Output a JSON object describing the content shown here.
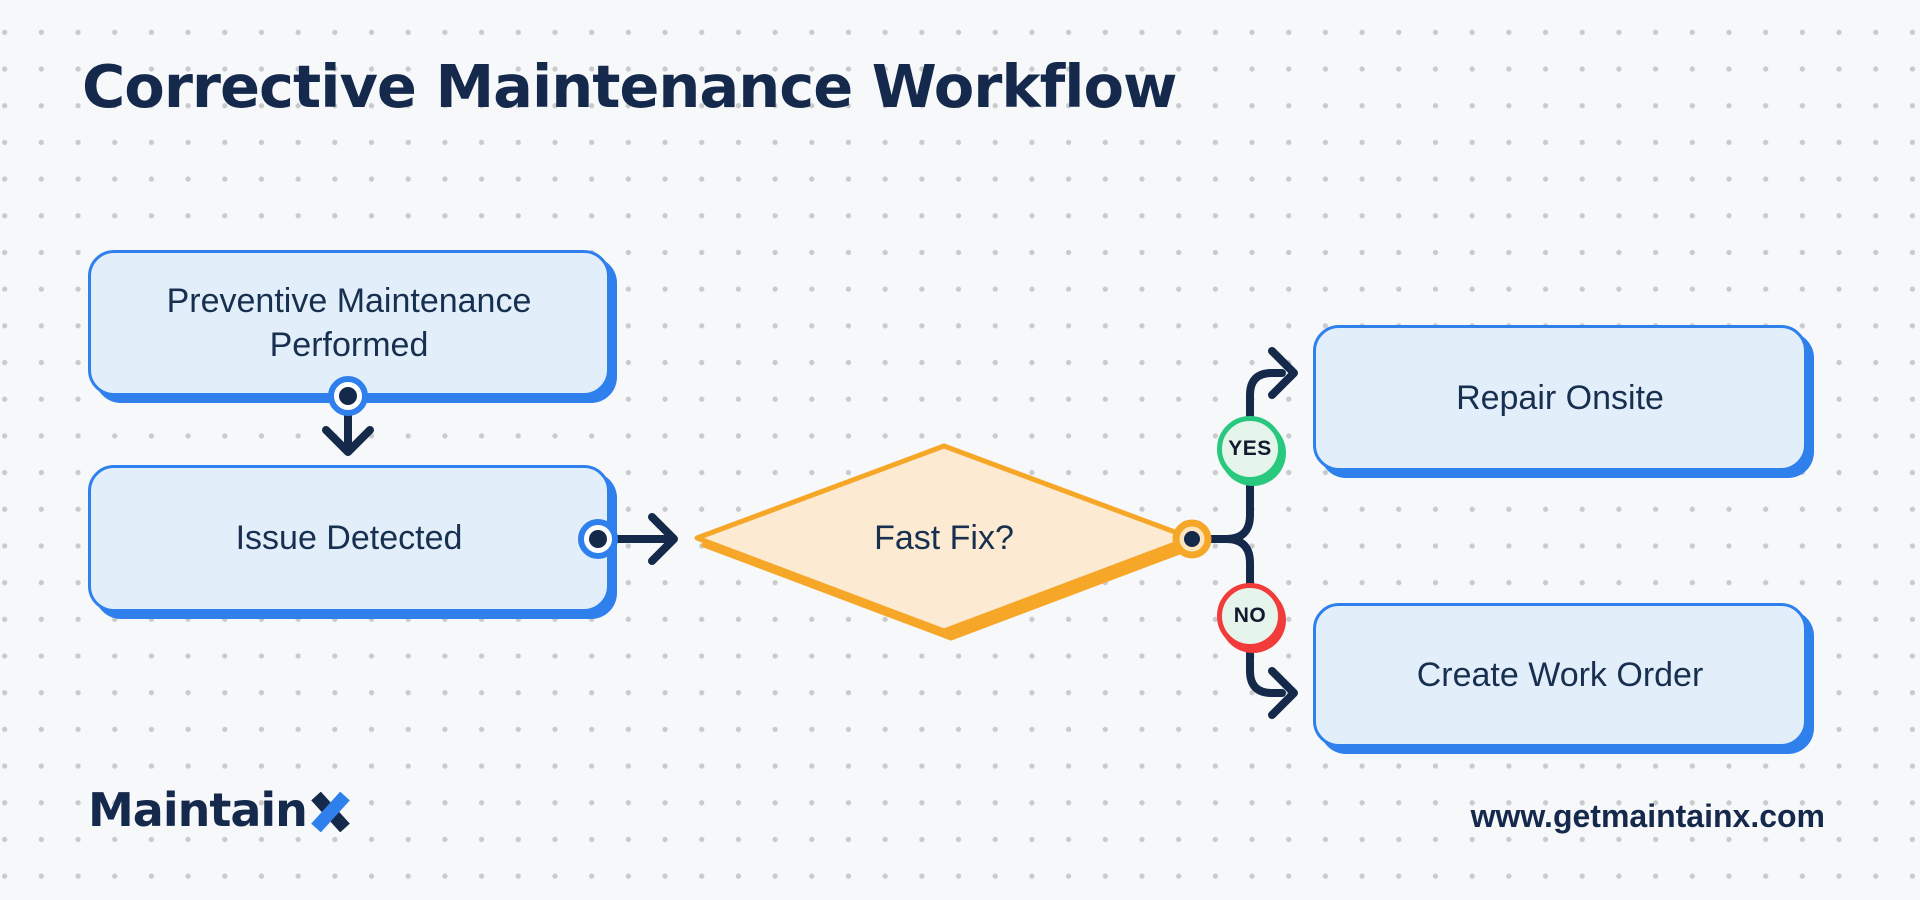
{
  "header": {
    "title": "Corrective Maintenance Workflow"
  },
  "flowchart": {
    "nodes": [
      {
        "id": "preventive-maintenance",
        "type": "process",
        "label": "Preventive Maintenance Performed"
      },
      {
        "id": "issue-detected",
        "type": "process",
        "label": "Issue Detected"
      },
      {
        "id": "fast-fix",
        "type": "decision",
        "label": "Fast Fix?"
      },
      {
        "id": "repair-onsite",
        "type": "process",
        "label": "Repair Onsite"
      },
      {
        "id": "create-work-order",
        "type": "process",
        "label": "Create Work Order"
      }
    ],
    "edges": [
      {
        "from": "preventive-maintenance",
        "to": "issue-detected",
        "label": ""
      },
      {
        "from": "issue-detected",
        "to": "fast-fix",
        "label": ""
      },
      {
        "from": "fast-fix",
        "to": "repair-onsite",
        "label": "YES"
      },
      {
        "from": "fast-fix",
        "to": "create-work-order",
        "label": "NO"
      }
    ]
  },
  "footer": {
    "logo": "MaintainX",
    "logo_prefix": "Maintain",
    "website": "www.getmaintainx.com"
  },
  "colors": {
    "background": "#F7F8FA",
    "dot_grid": "#C9CACC",
    "ink_navy": "#15294A",
    "accent_blue": "#2F80ED",
    "node_fill": "#E3EEFB",
    "accent_orange": "#F7A728",
    "diamond_fill": "#FCEAD2",
    "yes_green": "#29C87F",
    "no_red": "#F23B3B",
    "badge_fill": "#E6F5EC"
  }
}
